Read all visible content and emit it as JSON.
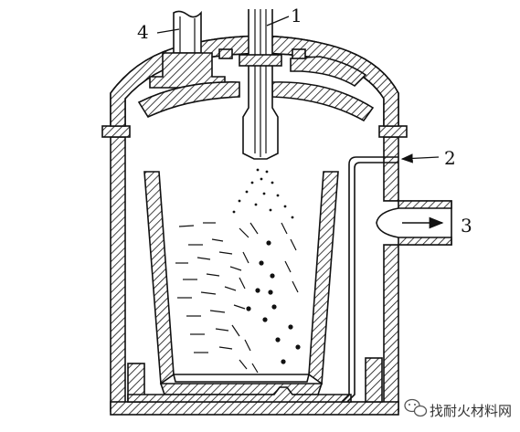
{
  "labels": {
    "nozzle": "1",
    "gas_inlet_tube": "2",
    "outlet": "3",
    "top_port": "4"
  },
  "watermark": {
    "text": "找耐火材料网",
    "icon": "wechat-icon"
  },
  "colors": {
    "line": "#111111",
    "hatch": "#111111",
    "background": "#ffffff"
  }
}
